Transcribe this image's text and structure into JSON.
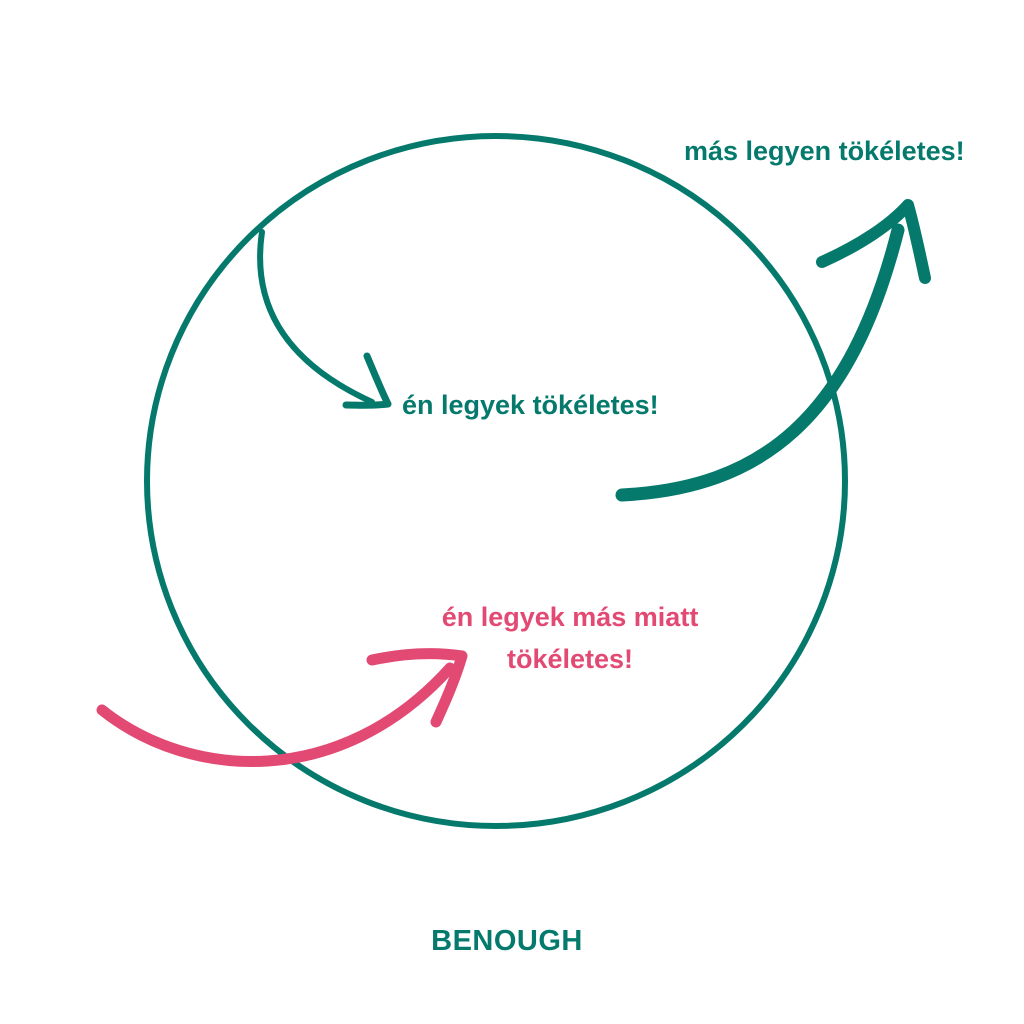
{
  "labels": {
    "inner": "én legyek tökéletes!",
    "outer": "más legyen tökéletes!",
    "pink_line1": "én legyek más miatt",
    "pink_line2": "tökéletes!"
  },
  "brand": "BENOUGH",
  "colors": {
    "teal": "#057a6c",
    "pink": "#e24a73",
    "background": "#ffffff"
  },
  "shapes": {
    "circle": "ring-outline",
    "arrows": [
      "curved-arrow-inward",
      "curved-arrow-outward",
      "curved-arrow-pink"
    ]
  }
}
